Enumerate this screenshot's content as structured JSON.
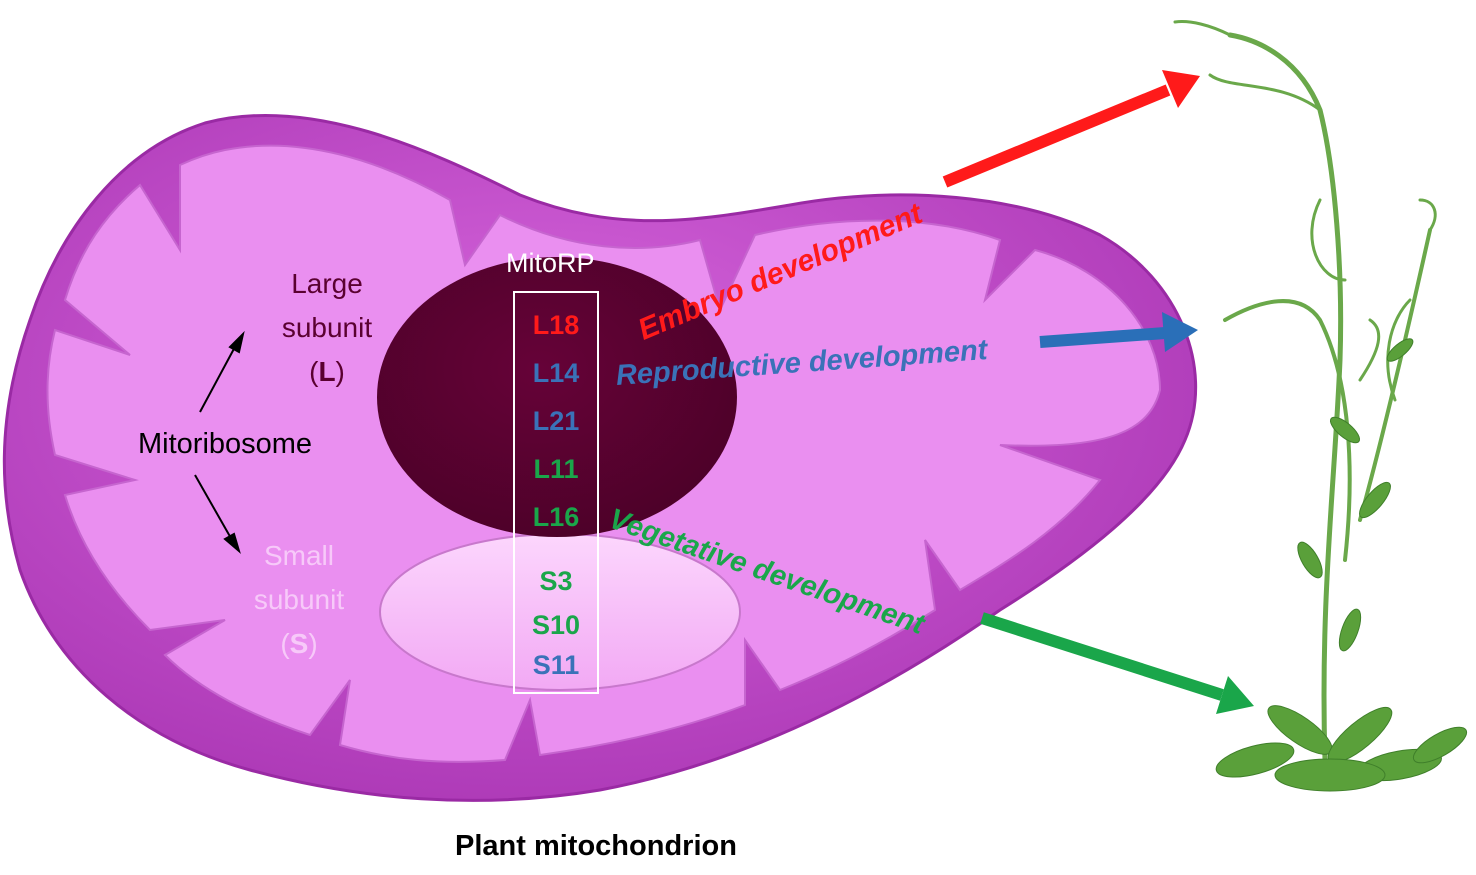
{
  "figure": {
    "caption": "Plant mitochondrion",
    "mitoribosome_label": "Mitoribosome",
    "large_subunit": {
      "line1": "Large",
      "line2": "subunit",
      "open": "(",
      "letter": "L",
      "close": ")"
    },
    "small_subunit": {
      "line1": "Small",
      "line2": "subunit",
      "open": "(",
      "letter": "S",
      "close": ")"
    },
    "mitorp_header": "MitoRP",
    "proteins": [
      {
        "name": "L18",
        "color": "#ff1a1a"
      },
      {
        "name": "L14",
        "color": "#3a72b8"
      },
      {
        "name": "L21",
        "color": "#3a72b8"
      },
      {
        "name": "L11",
        "color": "#1aa64a"
      },
      {
        "name": "L16",
        "color": "#1aa64a"
      },
      {
        "name": "S3",
        "color": "#1aa64a"
      },
      {
        "name": "S10",
        "color": "#1aa64a"
      },
      {
        "name": "S11",
        "color": "#3a72b8"
      }
    ],
    "developments": [
      {
        "label": "Embryo development",
        "color": "#ff1a1a"
      },
      {
        "label": "Reproductive development",
        "color": "#3a72b8"
      },
      {
        "label": "Vegetative development",
        "color": "#1aa64a"
      }
    ]
  },
  "colors": {
    "mitochondrion_outer": "#c04cc9",
    "mitochondrion_inner": "#ec8ef0",
    "large_subunit": "#5a0130",
    "small_subunit": "#fac2fb",
    "plant_green": "#5aa03a"
  }
}
